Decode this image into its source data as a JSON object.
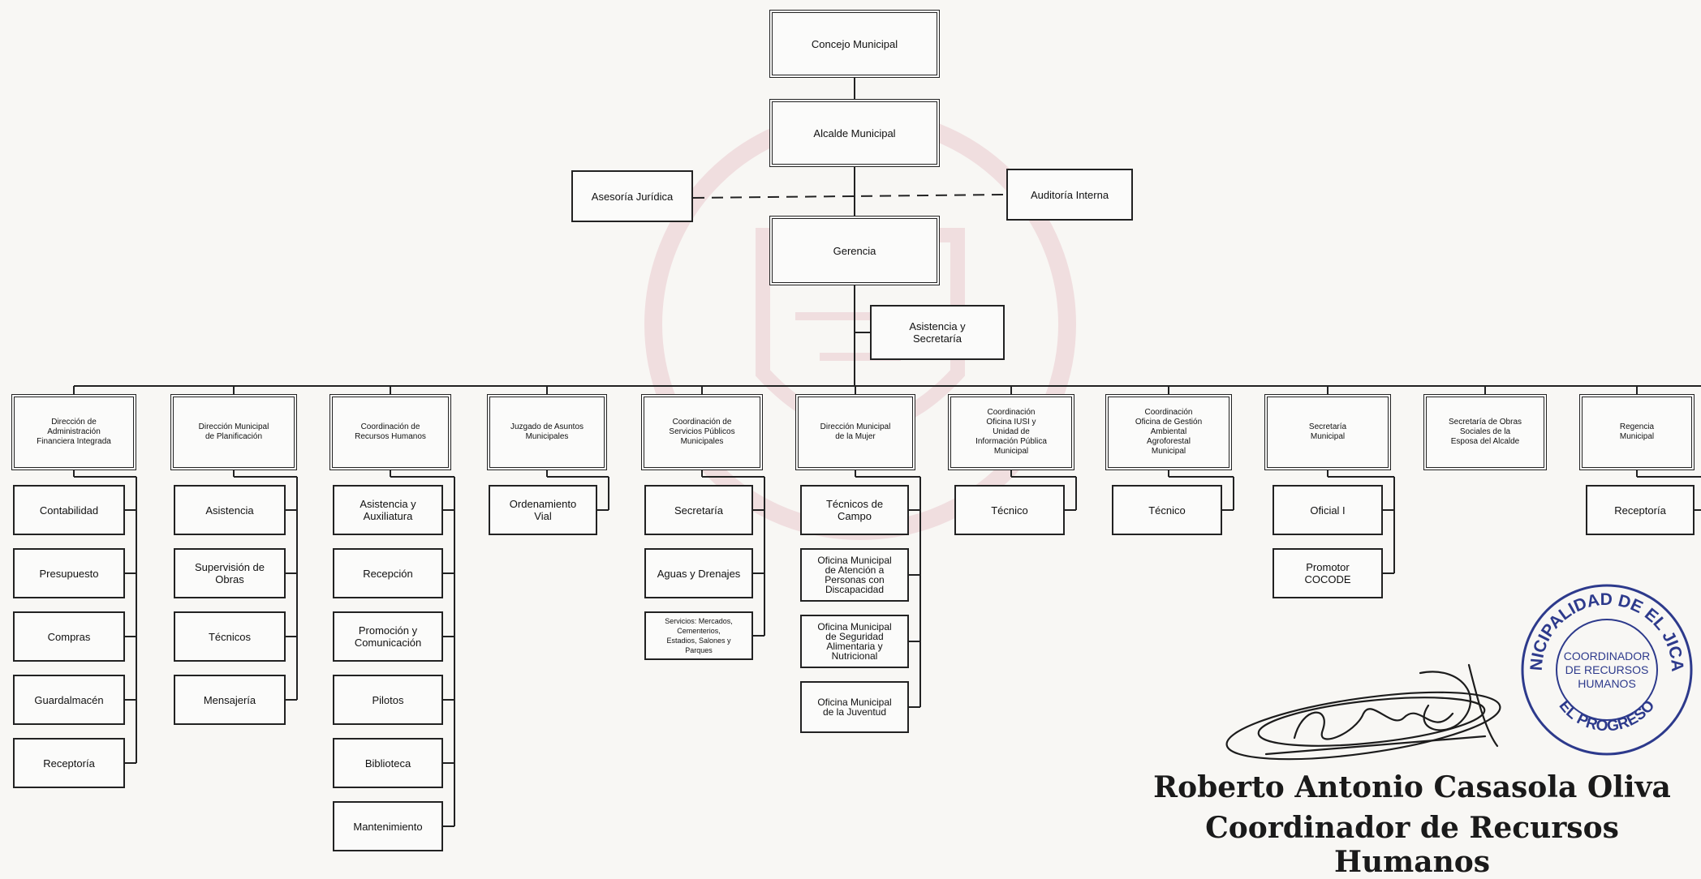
{
  "colors": {
    "line": "#222222",
    "box_border": "#222222",
    "watermark": "#c23b5a",
    "seal": "#2d3a8c",
    "signature": "#1c1c1c"
  },
  "top": {
    "concejo": "Concejo Municipal",
    "alcalde": "Alcalde Municipal",
    "asesoria": "Asesoría Jurídica",
    "auditoria": "Auditoría Interna",
    "gerencia": "Gerencia",
    "asistencia": "Asistencia y\nSecretaría"
  },
  "departments": [
    {
      "head": "Dirección de\nAdministración\nFinanciera Integrada",
      "units": [
        "Contabilidad",
        "Presupuesto",
        "Compras",
        "Guardalmacén",
        "Receptoría"
      ]
    },
    {
      "head": "Dirección Municipal\nde Planificación",
      "units": [
        "Asistencia",
        "Supervisión de\nObras",
        "Técnicos",
        "Mensajería"
      ]
    },
    {
      "head": "Coordinación de\nRecursos Humanos",
      "units": [
        "Asistencia y\nAuxiliatura",
        "Recepción",
        "Promoción y\nComunicación",
        "Pilotos",
        "Biblioteca",
        "Mantenimiento"
      ]
    },
    {
      "head": "Juzgado de Asuntos\nMunicipales",
      "units": [
        "Ordenamiento\nVial"
      ]
    },
    {
      "head": "Coordinación de\nServicios Públicos\nMunicipales",
      "units": [
        "Secretaría",
        "Aguas y Drenajes",
        "Servicios: Mercados,\nCementerios,\nEstadios, Salones y\nParques"
      ]
    },
    {
      "head": "Dirección Municipal\nde la Mujer",
      "units": [
        "Técnicos de\nCampo",
        "Oficina Municipal\nde Atención a\nPersonas con\nDiscapacidad",
        "Oficina Municipal\nde Seguridad\nAlimentaria y\nNutricional",
        "Oficina Municipal\nde la Juventud"
      ]
    },
    {
      "head": "Coordinación\nOficina IUSI y\nUnidad de\nInformación Pública\nMunicipal",
      "units": [
        "Técnico"
      ]
    },
    {
      "head": "Coordinación\nOficina de Gestión\nAmbiental\nAgroforestal\nMunicipal",
      "units": [
        "Técnico"
      ]
    },
    {
      "head": "Secretaría\nMunicipal",
      "units": [
        "Oficial I",
        "Promotor\nCOCODE"
      ]
    },
    {
      "head": "Secretaría de Obras\nSociales de la\nEsposa del Alcalde",
      "units": []
    },
    {
      "head": "Regencia\nMunicipal",
      "units": [
        "Receptoría"
      ]
    }
  ],
  "seal": {
    "top_text": "MUNICIPALIDAD DE EL JICARO",
    "center_lines": [
      "COORDINADOR",
      "DE RECURSOS",
      "HUMANOS"
    ],
    "bottom_text": "EL PROGRESO"
  },
  "signatory": {
    "name": "Roberto Antonio Casasola Oliva",
    "title": "Coordinador de Recursos Humanos"
  }
}
